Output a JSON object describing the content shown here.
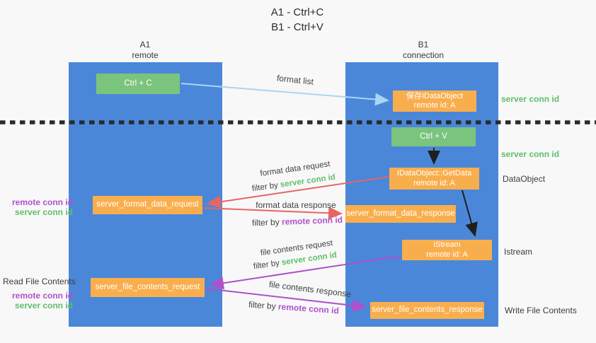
{
  "title": {
    "line1": "A1 - Ctrl+C",
    "line2": "B1 - Ctrl+V"
  },
  "lanes": {
    "left": {
      "name": "A1",
      "role": "remote"
    },
    "right": {
      "name": "B1",
      "role": "connection"
    }
  },
  "nodes": {
    "ctrl_c": {
      "label": "Ctrl + C"
    },
    "save_dataobject": {
      "line1": "保存IDataObject",
      "line2": "remote id: A"
    },
    "ctrl_v": {
      "label": "Ctrl + V"
    },
    "getdata": {
      "line1": "IDataObject::GetData",
      "line2": "remote id: A"
    },
    "istream": {
      "line1": "IStream",
      "line2": "remote id: A"
    },
    "server_format_data_request": {
      "label": "server_format_data_request"
    },
    "server_format_data_response": {
      "label": "server_format_data_response"
    },
    "server_file_contents_request": {
      "label": "server_file_contents_request"
    },
    "server_file_contents_response": {
      "label": "server_file_contents_response"
    }
  },
  "arrow_labels": {
    "format_list": "format list",
    "format_data_request": "format data request",
    "format_data_response": "format data response",
    "file_contents_request": "file contents request",
    "file_contents_response": "file contents response",
    "filter_by": "filter by ",
    "server_conn_id": "server conn id",
    "remote_conn_id": "remote conn id"
  },
  "annotations": {
    "right_server_conn_id_1": "server conn id",
    "right_server_conn_id_2": "server conn id",
    "dataobject": "DataObject",
    "istream": "Istream",
    "write_file_contents": "Write File Contents",
    "read_file_contents": "Read File Contents",
    "left_remote_conn_id_1": "remote conn id",
    "left_server_conn_id_1": "server conn id",
    "left_remote_conn_id_2": "remote conn id",
    "left_server_conn_id_2": "server conn id"
  },
  "colors": {
    "background": "#f8f8f8",
    "lane_blue": "#4b87d9",
    "node_green": "#7ac47e",
    "node_orange": "#f9ae4d",
    "text_green": "#5fbe68",
    "text_purple": "#b050cb",
    "arrow_red": "#e56663",
    "arrow_light_blue": "#a9d5f5",
    "arrow_purple": "#b050cb",
    "arrow_black": "#1f1f1f",
    "divider_black": "#2a2a2a"
  }
}
